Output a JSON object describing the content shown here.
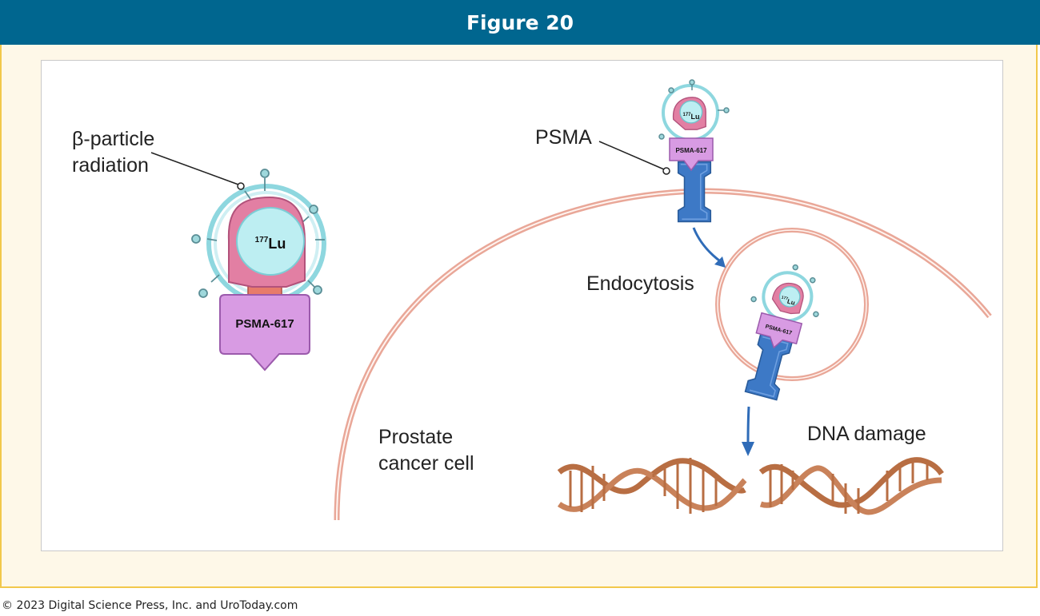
{
  "header": {
    "title": "Figure 20"
  },
  "diagram": {
    "label_beta": [
      "β-particle",
      "radiation"
    ],
    "label_psma": "PSMA",
    "label_endocytosis": "Endocytosis",
    "label_cell": [
      "Prostate",
      "cancer cell"
    ],
    "label_dna": "DNA damage",
    "isotope_mass": "177",
    "isotope_symbol": "Lu",
    "ligand_label": "PSMA-617"
  },
  "colors": {
    "membrane": "#e9a798",
    "receptor": "#3d79c6",
    "ligand": "#d89be3",
    "chelator": "#e27fa3",
    "isotope": "#bdeef2",
    "dna": "#b86e43",
    "arrow": "#2f6cb8"
  },
  "footer": {
    "copyright": "© 2023 Digital Science Press, Inc. and UroToday.com"
  }
}
